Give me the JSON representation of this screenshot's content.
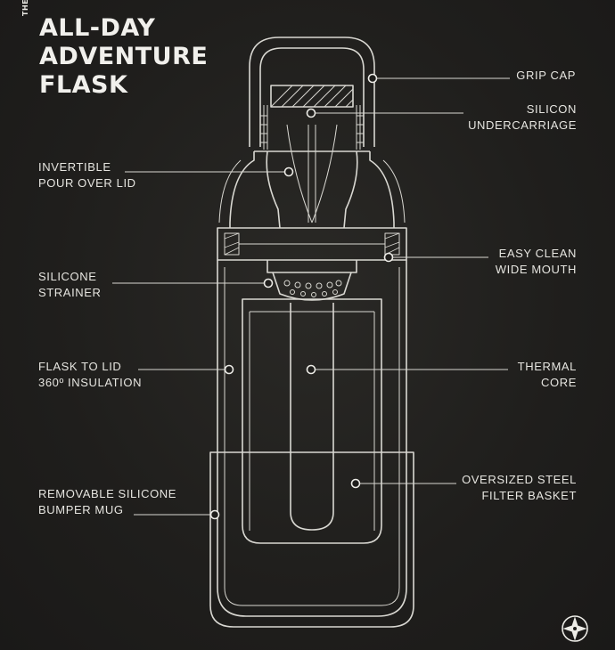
{
  "title": {
    "prefix": "THE",
    "line1": "ALL-DAY",
    "line2": "ADVENTURE",
    "line3": "FLASK"
  },
  "callouts": {
    "grip_cap": "GRIP CAP",
    "silicon_undercarriage": [
      "SILICON",
      "UNDERCARRIAGE"
    ],
    "invertible_pour_over_lid": [
      "INVERTIBLE",
      "POUR OVER LID"
    ],
    "easy_clean_wide_mouth": [
      "EASY CLEAN",
      "WIDE MOUTH"
    ],
    "silicone_strainer": [
      "SILICONE",
      "STRAINER"
    ],
    "flask_to_lid_insulation": [
      "FLASK TO LID",
      "360º INSULATION"
    ],
    "thermal_core": [
      "THERMAL",
      "CORE"
    ],
    "oversized_steel_filter_basket": [
      "OVERSIZED STEEL",
      "FILTER BASKET"
    ],
    "removable_silicone_bumper_mug": [
      "REMOVABLE SILICONE",
      "BUMPER MUG"
    ]
  },
  "colors": {
    "background": "#1f1e1c",
    "line": "#d9d8d2",
    "text": "#e6e5e0"
  },
  "icons": [
    "compass-logo-icon"
  ]
}
